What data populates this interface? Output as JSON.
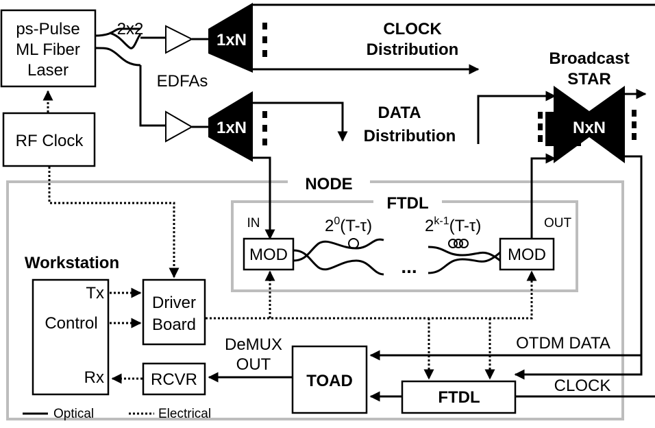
{
  "laser": {
    "line1": "ps-Pulse",
    "line2": "ML Fiber",
    "line3": "Laser"
  },
  "rf_clock": "RF Clock",
  "coupler": "2x2",
  "edfas": "EDFAs",
  "splitter_label": "1xN",
  "clock_dist": {
    "line1": "CLOCK",
    "line2": "Distribution"
  },
  "data_dist": {
    "line1": "DATA",
    "line2": "Distribution"
  },
  "broadcast": {
    "line1": "Broadcast",
    "line2": "STAR",
    "star_label": "NxN"
  },
  "node": "NODE",
  "ftdl_top": {
    "title": "FTDL",
    "in": "IN",
    "out": "OUT",
    "mod": "MOD",
    "delay1_base": "2",
    "delay1_exp": "0",
    "delay1_rest": "(T-τ)",
    "delay2_base": "2",
    "delay2_exp": "k-1",
    "delay2_rest": "(T-τ)",
    "ellipsis": "..."
  },
  "workstation": {
    "title": "Workstation",
    "tx": "Tx",
    "control": "Control",
    "rx": "Rx"
  },
  "driver_board": {
    "line1": "Driver",
    "line2": "Board"
  },
  "rcvr": "RCVR",
  "demux": {
    "line1": "DeMUX",
    "line2": "OUT"
  },
  "toad": "TOAD",
  "ftdl_bottom": "FTDL",
  "otdm_data": "OTDM DATA",
  "clock_line": "CLOCK",
  "legend": {
    "optical": "Optical",
    "electrical": "Electrical"
  }
}
